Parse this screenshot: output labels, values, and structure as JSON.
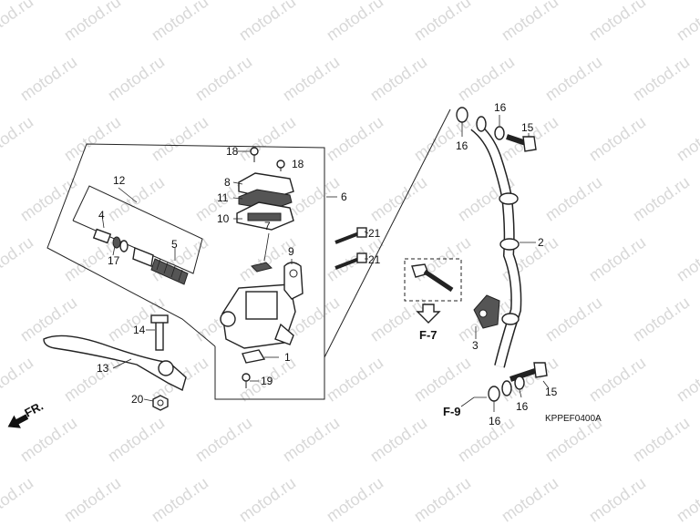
{
  "watermark": "motod.ru",
  "diagram_code": "KPPEF0400A",
  "fr_label": "FR.",
  "refs": {
    "f7": "F-7",
    "f9": "F-9"
  },
  "labels": {
    "p1": "1",
    "p2": "2",
    "p3": "3",
    "p4": "4",
    "p5": "5",
    "p6": "6",
    "p7": "7",
    "p8": "8",
    "p9": "9",
    "p10": "10",
    "p11": "11",
    "p12": "12",
    "p13": "13",
    "p14": "14",
    "p15a": "15",
    "p15b": "15",
    "p16a": "16",
    "p16b": "16",
    "p16c": "16",
    "p16d": "16",
    "p17": "17",
    "p18a": "18",
    "p18b": "18",
    "p19": "19",
    "p20": "20",
    "p21a": "21",
    "p21b": "21"
  }
}
